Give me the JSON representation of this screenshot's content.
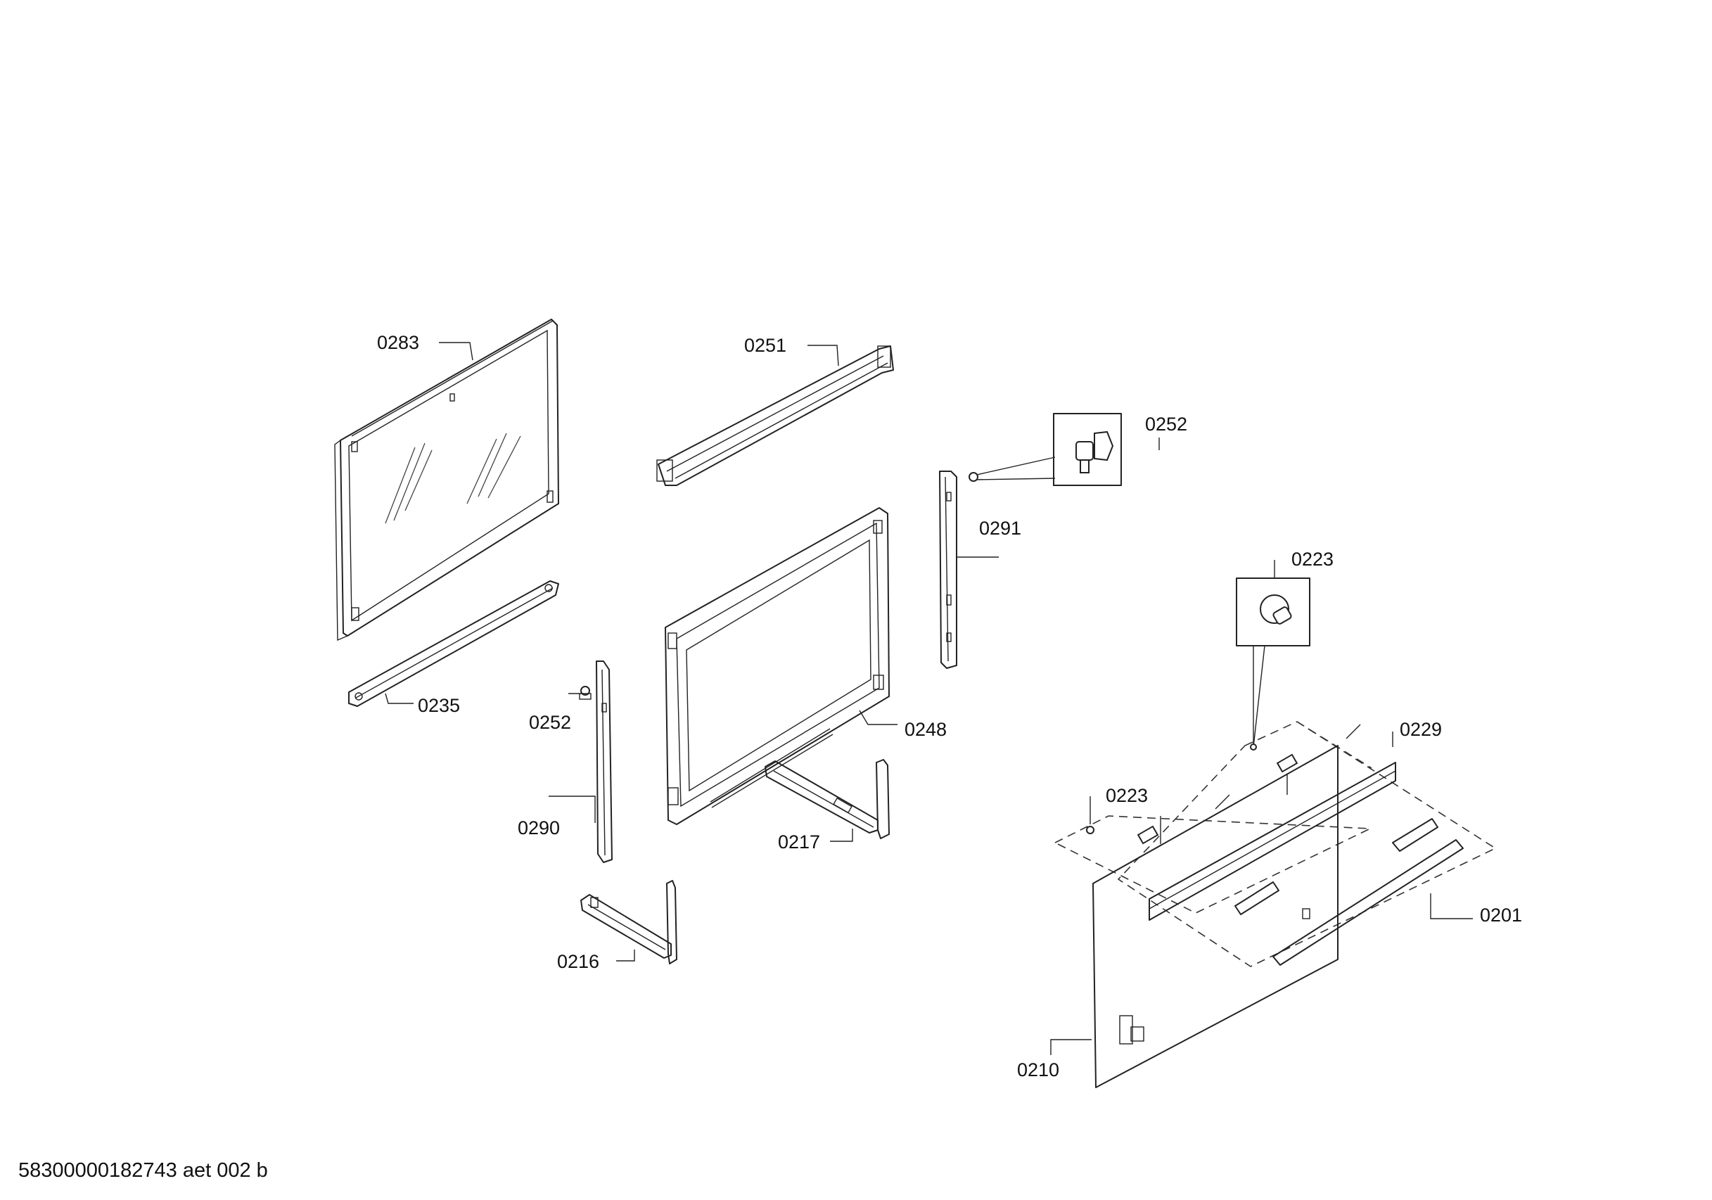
{
  "diagram": {
    "callouts": {
      "c0283": "0283",
      "c0251": "0251",
      "c0252_top": "0252",
      "c0291": "0291",
      "c0223_top": "0223",
      "c0235": "0235",
      "c0252_left": "0252",
      "c0248": "0248",
      "c0229": "0229",
      "c0223_mid": "0223",
      "c0290": "0290",
      "c0217": "0217",
      "c0201": "0201",
      "c0216": "0216",
      "c0210": "0210"
    },
    "footer": "58300000182743 aet 002 b"
  }
}
